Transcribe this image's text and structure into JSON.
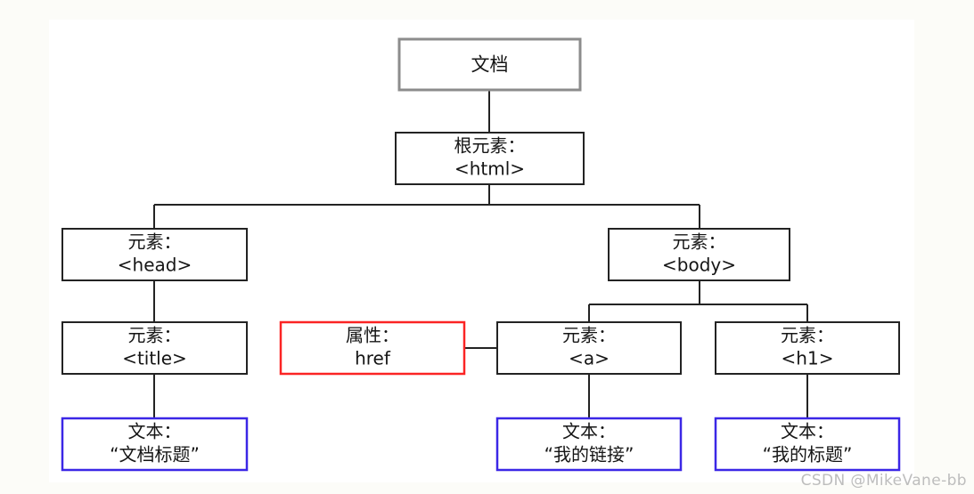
{
  "diagram": {
    "title": "HTML DOM tree structure",
    "background_color": "#fcfcf8",
    "canvas_color": "#ffffff",
    "colors": {
      "document_border": "#8c8c8c",
      "element_border": "#232323",
      "attribute_border": "#fb2424",
      "text_border": "#3b27e6",
      "connector": "#232323",
      "watermark": "#bdbdbd"
    },
    "nodes": {
      "document": {
        "line1": "文档",
        "line2": "",
        "kind": "document"
      },
      "root": {
        "line1": "根元素：",
        "line2": "<html>",
        "kind": "element"
      },
      "head": {
        "line1": "元素：",
        "line2": "<head>",
        "kind": "element"
      },
      "body": {
        "line1": "元素：",
        "line2": "<body>",
        "kind": "element"
      },
      "title": {
        "line1": "元素：",
        "line2": "<title>",
        "kind": "element"
      },
      "href": {
        "line1": "属性：",
        "line2": "href",
        "kind": "attribute"
      },
      "anchor": {
        "line1": "元素：",
        "line2": "<a>",
        "kind": "element"
      },
      "h1": {
        "line1": "元素：",
        "line2": "<h1>",
        "kind": "element"
      },
      "title_text": {
        "line1": "文本：",
        "line2": "“文档标题”",
        "kind": "text"
      },
      "anchor_text": {
        "line1": "文本：",
        "line2": "“我的链接”",
        "kind": "text"
      },
      "h1_text": {
        "line1": "文本：",
        "line2": "“我的标题”",
        "kind": "text"
      }
    }
  },
  "watermark": {
    "label": "CSDN @MikeVane-bb"
  }
}
